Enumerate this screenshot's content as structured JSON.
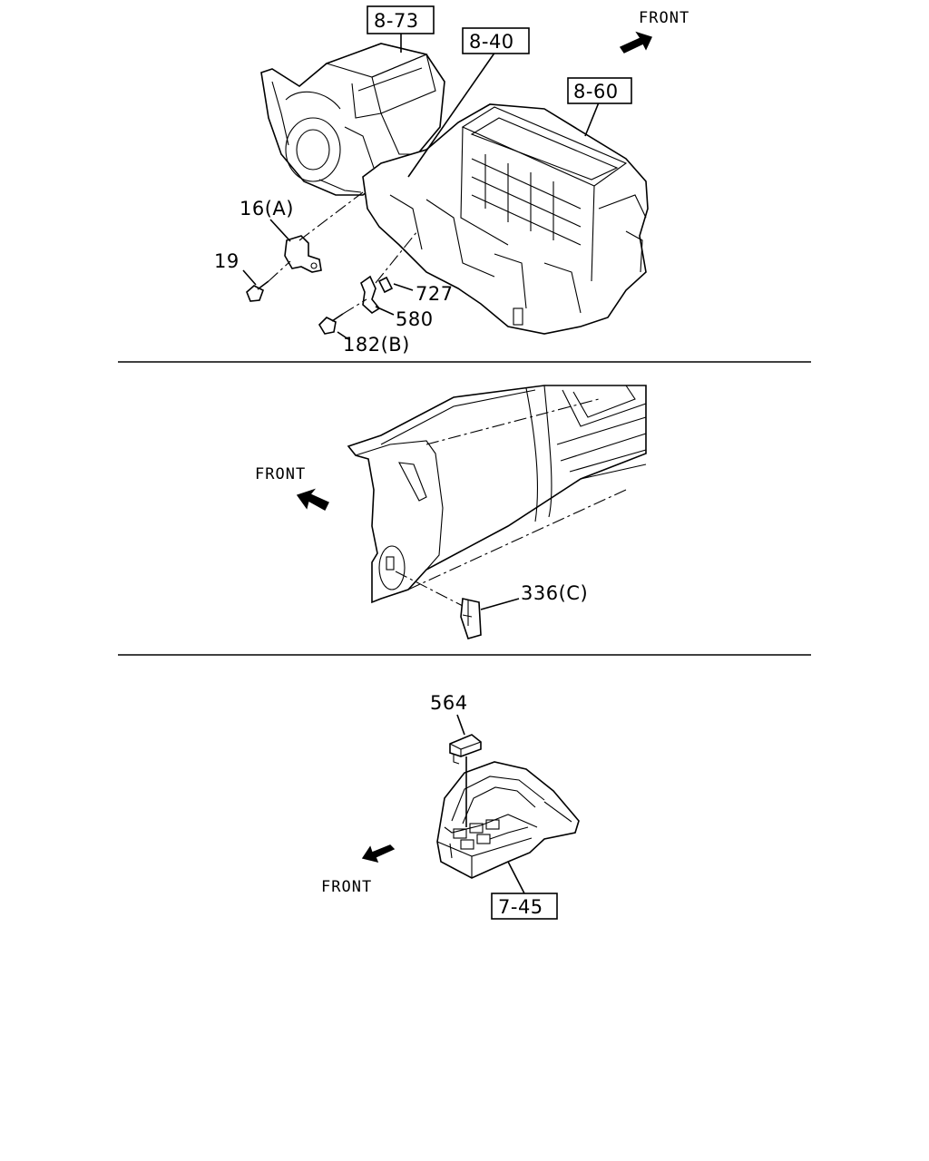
{
  "section_top": {
    "front_label": "FRONT",
    "ref_boxes": {
      "r873": "8-73",
      "r840": "8-40",
      "r860": "8-60"
    },
    "callouts": {
      "c16a": "16(A)",
      "c19": "19",
      "c727": "727",
      "c580": "580",
      "c182b": "182(B)"
    }
  },
  "section_middle": {
    "front_label": "FRONT",
    "callouts": {
      "c336c": "336(C)"
    }
  },
  "section_bottom": {
    "front_label": "FRONT",
    "ref_boxes": {
      "r745": "7-45"
    },
    "callouts": {
      "c564": "564"
    }
  }
}
